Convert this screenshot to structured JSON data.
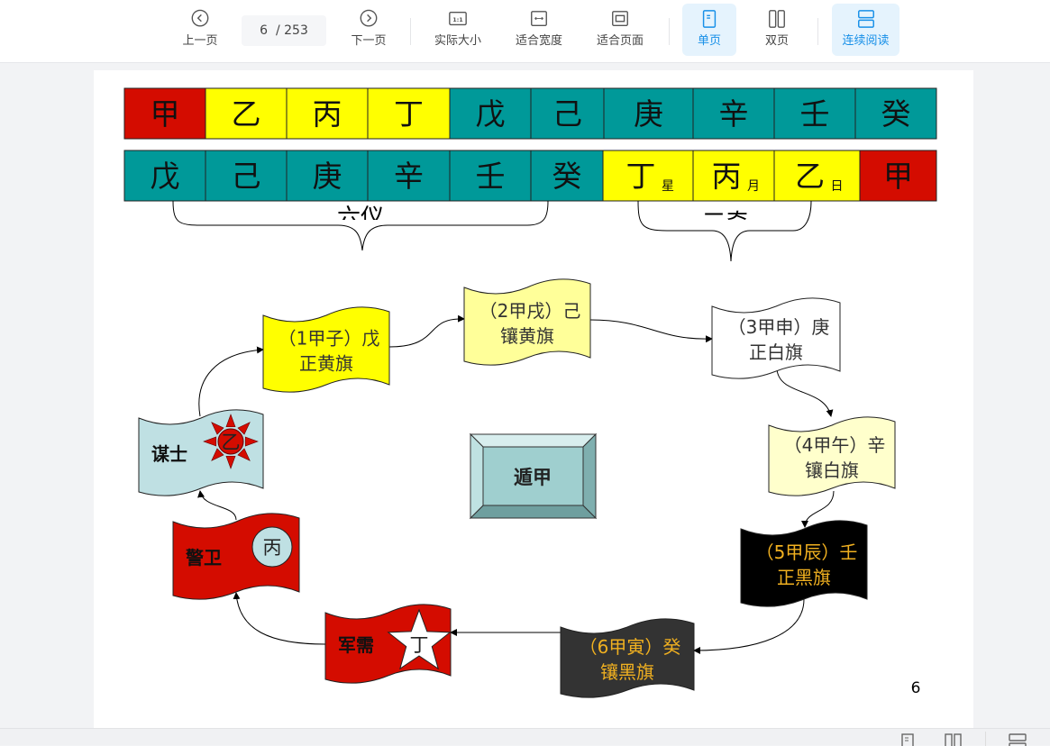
{
  "toolbar": {
    "prev": "上一页",
    "next": "下一页",
    "page_current": "6",
    "page_total": "/ 253",
    "actual_size": "实际大小",
    "fit_width": "适合宽度",
    "fit_page": "适合页面",
    "single": "单页",
    "double": "双页",
    "continuous": "连续阅读",
    "active_color": "#1890e8"
  },
  "slide": {
    "row1": [
      {
        "t": "甲",
        "c": "#d40c00"
      },
      {
        "t": "乙",
        "c": "#ffff00"
      },
      {
        "t": "丙",
        "c": "#ffff00"
      },
      {
        "t": "丁",
        "c": "#ffff00"
      },
      {
        "t": "戊",
        "c": "#009999"
      },
      {
        "t": "己",
        "c": "#009999"
      },
      {
        "t": "庚",
        "c": "#009999"
      },
      {
        "t": "辛",
        "c": "#009999"
      },
      {
        "t": "壬",
        "c": "#009999"
      },
      {
        "t": "癸",
        "c": "#009999"
      }
    ],
    "row2": [
      {
        "t": "戊",
        "c": "#009999"
      },
      {
        "t": "己",
        "c": "#009999"
      },
      {
        "t": "庚",
        "c": "#009999"
      },
      {
        "t": "辛",
        "c": "#009999"
      },
      {
        "t": "壬",
        "c": "#009999"
      },
      {
        "t": "癸",
        "c": "#009999"
      },
      {
        "t": "丁",
        "s": "星",
        "c": "#ffff00"
      },
      {
        "t": "丙",
        "s": "月",
        "c": "#ffff00"
      },
      {
        "t": "乙",
        "s": "日",
        "c": "#ffff00"
      },
      {
        "t": "甲",
        "c": "#d40c00"
      }
    ],
    "brace_left": "六仪",
    "brace_right": "三奇",
    "flags": [
      {
        "l1": "（1甲子）戊",
        "l2": "正黄旗",
        "fill": "#ffff00",
        "color": "#333333"
      },
      {
        "l1": "（2甲戌）己",
        "l2": "镶黄旗",
        "fill": "#ffff99",
        "color": "#333333"
      },
      {
        "l1": "（3甲申）庚",
        "l2": "正白旗",
        "fill": "#ffffff",
        "color": "#333333"
      },
      {
        "l1": "（4甲午）辛",
        "l2": "镶白旗",
        "fill": "#ffffcc",
        "color": "#333333"
      },
      {
        "l1": "（5甲辰）壬",
        "l2": "正黑旗",
        "fill": "#000000",
        "color": "#f0b020"
      },
      {
        "l1": "（6甲寅）癸",
        "l2": "镶黑旗",
        "fill": "#333333",
        "color": "#f0b020"
      }
    ],
    "roles": [
      {
        "label": "谋士",
        "symbol": "乙",
        "fill": "#bfe0e3",
        "icon": "sun"
      },
      {
        "label": "警卫",
        "symbol": "丙",
        "fill": "#d40c00",
        "icon": "circle"
      },
      {
        "label": "军需",
        "symbol": "丁",
        "fill": "#d40c00",
        "icon": "star"
      }
    ],
    "center": "遁甲",
    "page_number": "6"
  }
}
